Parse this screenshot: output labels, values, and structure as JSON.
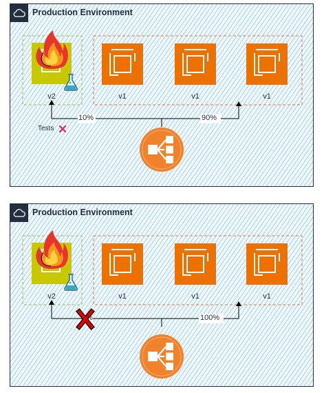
{
  "panels": [
    {
      "title": "Production Environment",
      "instances": [
        {
          "label": "v2",
          "kind": "canary"
        },
        {
          "label": "v1",
          "kind": "stable"
        },
        {
          "label": "v1",
          "kind": "stable"
        },
        {
          "label": "v1",
          "kind": "stable"
        }
      ],
      "split_left_label": "10%",
      "split_right_label": "90%",
      "tests_label": "Tests",
      "route_to_v2_blocked": false
    },
    {
      "title": "Production Environment",
      "instances": [
        {
          "label": "v2",
          "kind": "canary"
        },
        {
          "label": "v1",
          "kind": "stable"
        },
        {
          "label": "v1",
          "kind": "stable"
        },
        {
          "label": "v1",
          "kind": "stable"
        }
      ],
      "split_left_label": "%",
      "split_right_label": "100%",
      "tests_label": "",
      "route_to_v2_blocked": true
    }
  ],
  "colors": {
    "ec2_orange": "#ed7100",
    "canary_yellow": "#c8c800",
    "load_balancer": "#f0822c",
    "group_border_green": "#9bc23c",
    "group_border_orange": "#e07b39",
    "fail_red": "#e0245e",
    "block_red": "#e00000",
    "header_navy": "#232f3e"
  },
  "icons": {
    "panel_tag": "cloud-icon",
    "instance": "ec2-chip-icon",
    "fire": "fire-icon",
    "flask": "flask-icon",
    "balancer": "load-balancer-icon",
    "fail": "x-mark-icon"
  }
}
